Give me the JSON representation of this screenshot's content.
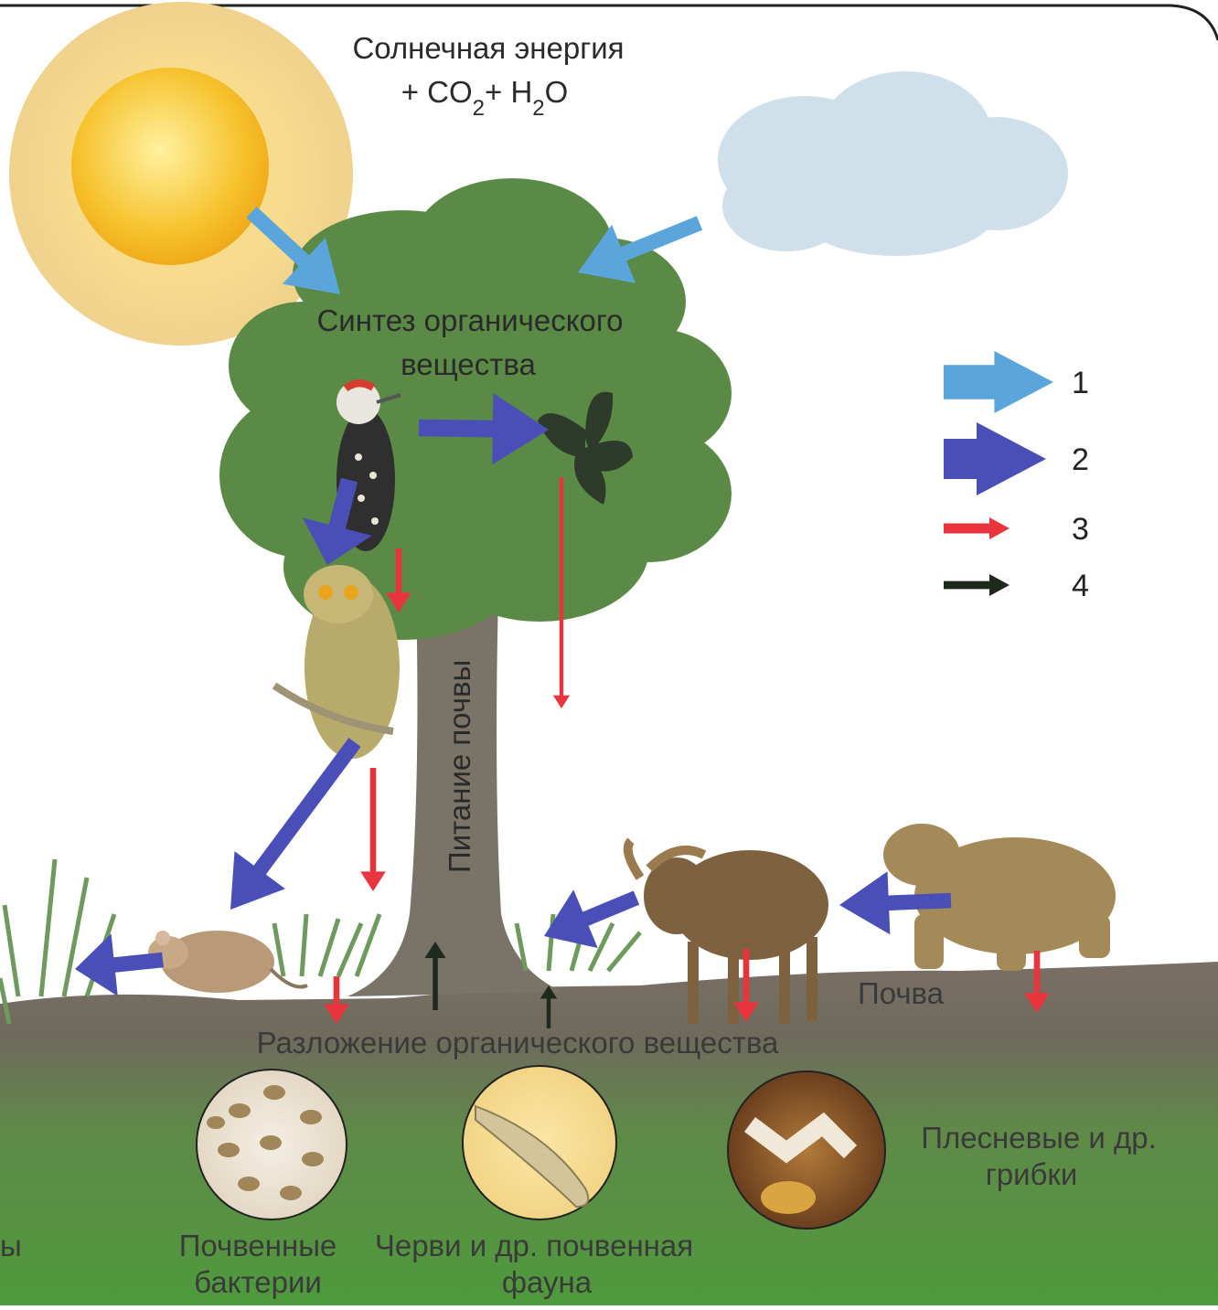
{
  "title": {
    "line1": "Солнечная энергия",
    "line2_parts": [
      "+ CO",
      "2",
      "+ H",
      "2",
      "O"
    ]
  },
  "labels": {
    "synthesis_line1": "Синтез органического",
    "synthesis_line2": "вещества",
    "soil_nutrition": "Питание почвы",
    "soil": "Почва",
    "decomposition": "Разложение органического вещества",
    "bacteria_line1": "Почвенные",
    "bacteria_line2": "бактерии",
    "worms_line1": "Черви и др. почвенная",
    "worms_line2": "фауна",
    "fungi_line1": "Плесневые и др.",
    "fungi_line2": "грибки",
    "cut_left": "ы"
  },
  "legend": [
    {
      "number": "1",
      "color": "#5aa6dc"
    },
    {
      "number": "2",
      "color": "#4a4fb8"
    },
    {
      "number": "3",
      "color": "#e8343c"
    },
    {
      "number": "4",
      "color": "#1e2a1e"
    }
  ],
  "icons": [
    "sun-icon",
    "cloud-icon",
    "tree-icon",
    "leaf-icon",
    "woodpecker-icon",
    "owl-icon",
    "mouse-icon",
    "moose-icon",
    "bear-icon",
    "grass-icon",
    "bacteria-icon",
    "worm-icon",
    "fungi-icon"
  ]
}
